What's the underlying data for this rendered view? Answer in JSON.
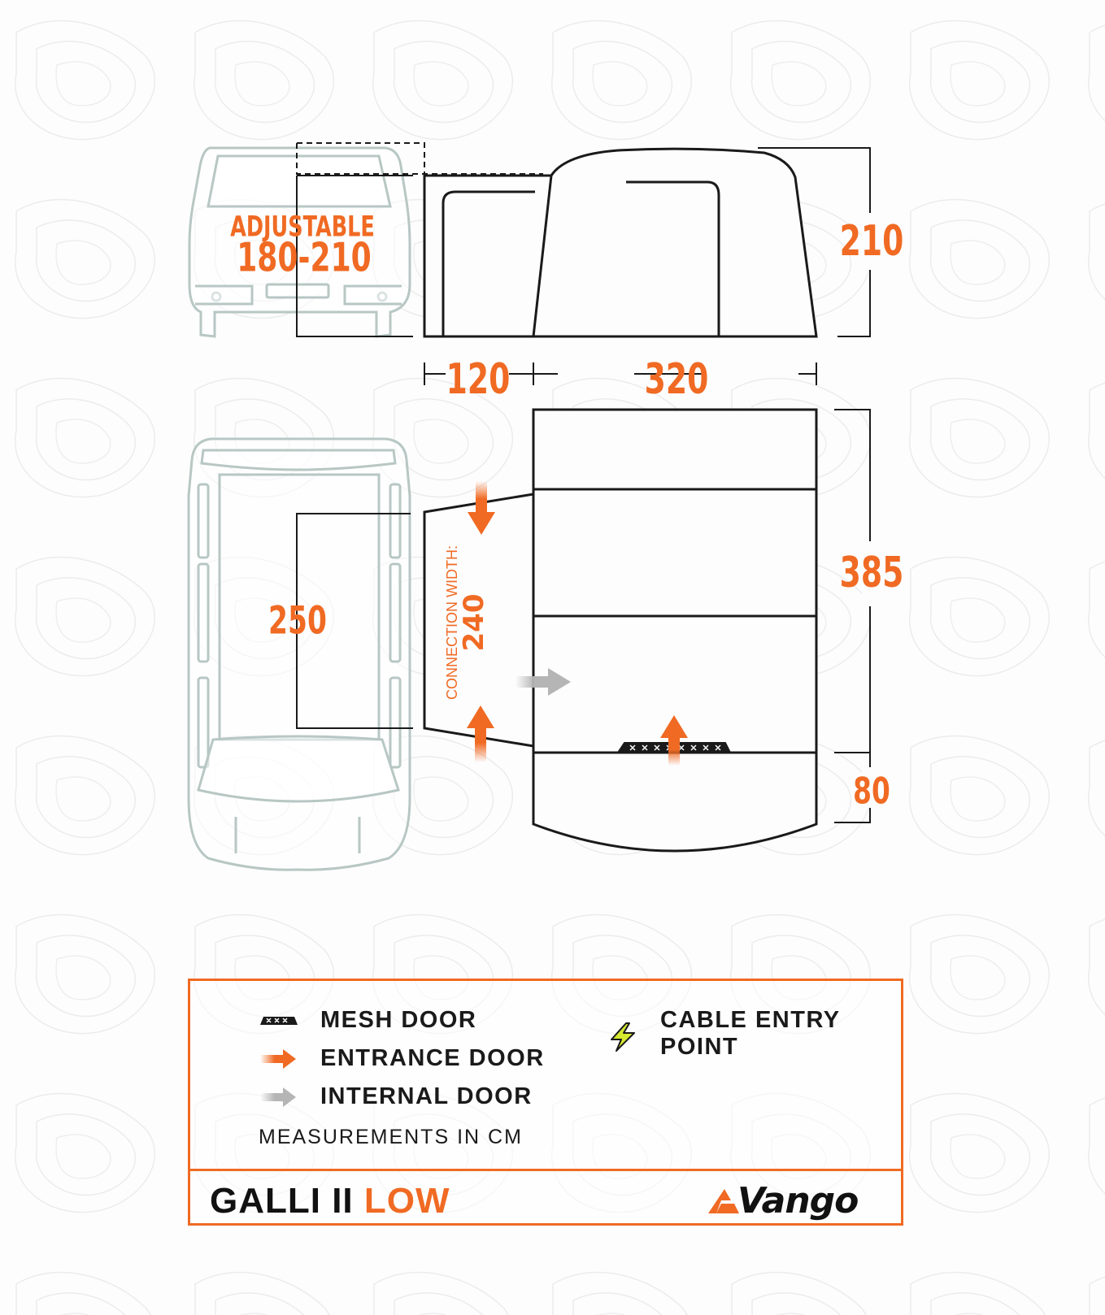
{
  "dimensions": {
    "adjustable_label": "ADJUSTABLE",
    "adjustable_range": "180-210",
    "height": "210",
    "length_annex": "120",
    "length_main": "320",
    "width_total": "385",
    "porch_depth": "80",
    "vehicle_width": "250",
    "connection_label": "CONNECTION WIDTH:",
    "connection_width": "240"
  },
  "legend": {
    "mesh_door": "MESH DOOR",
    "entrance_door": "ENTRANCE DOOR",
    "internal_door": "INTERNAL DOOR",
    "cable_entry": "CABLE ENTRY POINT",
    "measurements_note": "MEASUREMENTS IN CM"
  },
  "product": {
    "name_main": "GALLI II ",
    "name_accent": "LOW"
  },
  "brand": {
    "logo_text": "Vango"
  },
  "colors": {
    "accent": "#f06a23",
    "outline": "#1a1a1a",
    "vehicle": "#b7c7c4",
    "internal_arrow": "#b5b5b5"
  }
}
